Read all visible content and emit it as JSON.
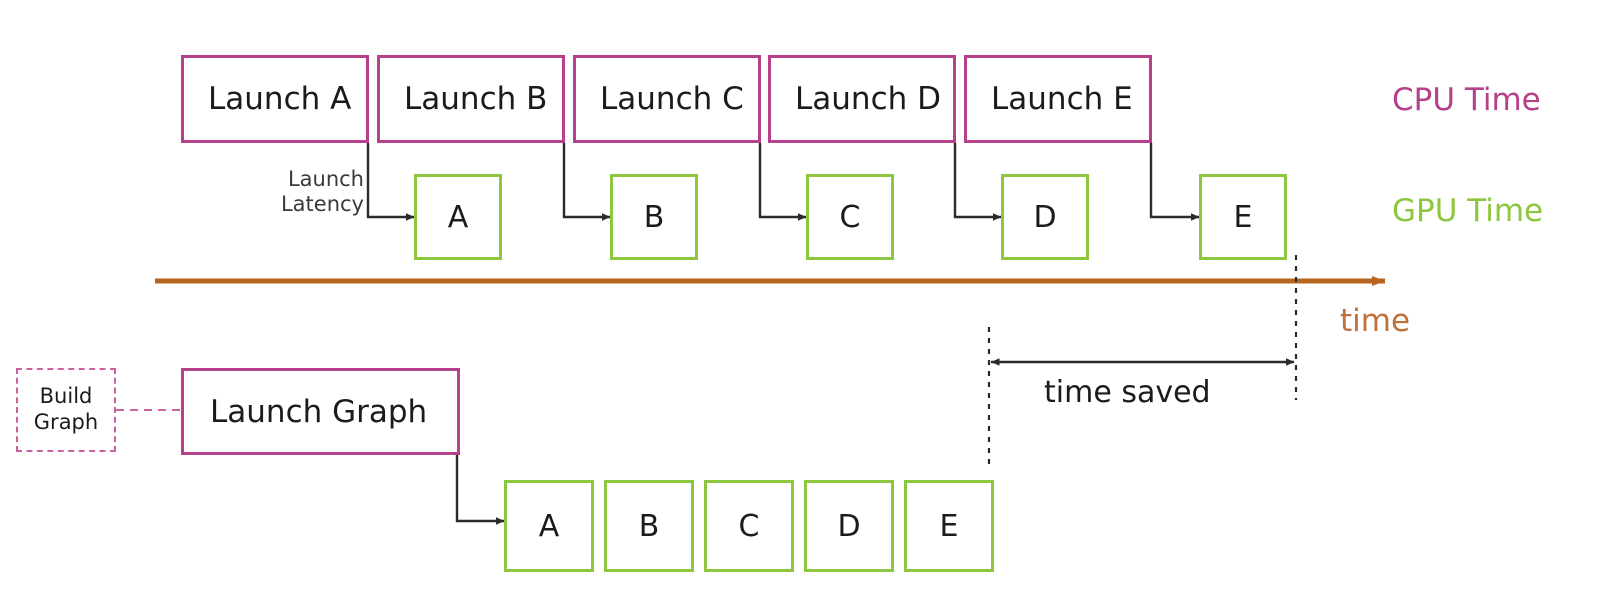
{
  "diagram": {
    "title_hint": "CUDA Graphs launch timeline comparison",
    "legend": {
      "cpu_label": "CPU Time",
      "cpu_color": "#b5418a",
      "gpu_label": "GPU Time",
      "gpu_color": "#8dc63f"
    },
    "axis": {
      "label": "time",
      "color": "#b5651d"
    },
    "top_row": {
      "cpu_launches": [
        {
          "label": "Launch A"
        },
        {
          "label": "Launch B"
        },
        {
          "label": "Launch C"
        },
        {
          "label": "Launch D"
        },
        {
          "label": "Launch E"
        }
      ],
      "gpu_kernels": [
        {
          "label": "A"
        },
        {
          "label": "B"
        },
        {
          "label": "C"
        },
        {
          "label": "D"
        },
        {
          "label": "E"
        }
      ],
      "latency_label_line1": "Launch",
      "latency_label_line2": "Latency"
    },
    "bottom_row": {
      "build_graph_line1": "Build",
      "build_graph_line2": "Graph",
      "launch_graph_label": "Launch Graph",
      "gpu_kernels": [
        {
          "label": "A"
        },
        {
          "label": "B"
        },
        {
          "label": "C"
        },
        {
          "label": "D"
        },
        {
          "label": "E"
        }
      ]
    },
    "annotation": {
      "time_saved_label": "time saved"
    }
  }
}
